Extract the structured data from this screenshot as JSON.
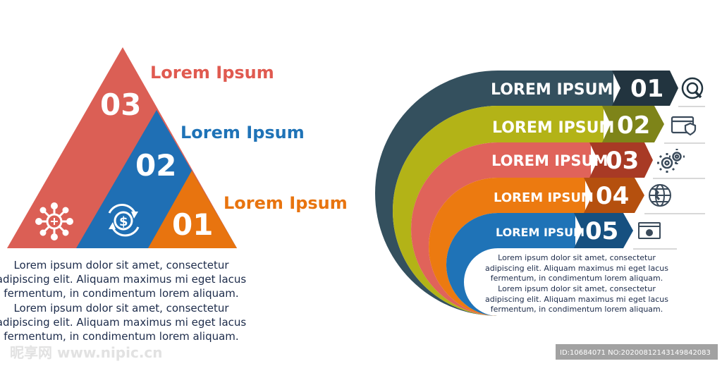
{
  "pyramid": {
    "levels": [
      {
        "label": "Lorem Ipsum",
        "number": "03",
        "color": "#e0635a"
      },
      {
        "label": "Lorem Ipsum",
        "number": "02",
        "color": "#1f6fb4"
      },
      {
        "label": "Lorem Ipsum",
        "number": "01",
        "color": "#e8740f"
      }
    ],
    "icons": [
      "network-icon",
      "dollar-cycle-icon"
    ],
    "paragraph": [
      "Lorem ipsum dolor sit amet, consectetur",
      "adipiscing elit. Aliquam maximus mi eget lacus",
      "fermentum,  in condimentum lorem aliquam.",
      "Lorem ipsum dolor sit amet, consectetur",
      "adipiscing elit. Aliquam maximus mi eget lacus",
      "fermentum,  in condimentum lorem aliquam."
    ]
  },
  "arcs": {
    "items": [
      {
        "label": "LOREM IPSUM",
        "number": "01",
        "color": "#34505e",
        "dark": "#22343f",
        "icon": "search-icon"
      },
      {
        "label": "LOREM IPSUM",
        "number": "02",
        "color": "#b3b317",
        "dark": "#7e8419",
        "icon": "browser-shield-icon"
      },
      {
        "label": "LOREM IPSUM",
        "number": "03",
        "color": "#e0635a",
        "dark": "#a83a25",
        "icon": "gears-icon"
      },
      {
        "label": "LOREM IPSUM",
        "number": "04",
        "color": "#ec7a10",
        "dark": "#b5500e",
        "icon": "globe-icon"
      },
      {
        "label": "LOREM IPSUM",
        "number": "05",
        "color": "#1f73b7",
        "dark": "#165080",
        "icon": "browser-window-icon"
      }
    ],
    "paragraph": [
      "Lorem ipsum dolor sit amet, consectetur",
      "adipiscing elit. Aliquam maximus mi eget lacus",
      "fermentum,  in condimentum lorem aliquam.",
      "Lorem ipsum dolor sit amet, consectetur",
      "adipiscing elit. Aliquam maximus mi eget lacus",
      "fermentum,  in condimentum lorem aliquam."
    ]
  },
  "watermark": {
    "site": "昵享网 www.nipic.cn",
    "id": "ID:10684071 NO:20200812143149842083"
  }
}
